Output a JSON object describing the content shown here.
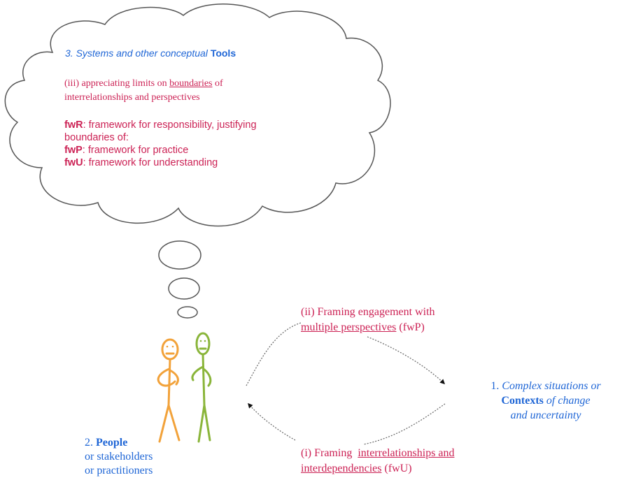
{
  "cloud": {
    "heading": {
      "number": "3.",
      "italic": "Systems and other conceptual",
      "bold": "Tools"
    },
    "limits": {
      "prefix": "(iii) appreciating limits on",
      "underlined": "boundaries",
      "suffix": "of",
      "line2": "interrelationships and perspectives"
    },
    "fwR": {
      "abbr": "fwR",
      "text": ": framework for responsibility, justifying",
      "line2": "boundaries of:"
    },
    "fwP": {
      "abbr": "fwP",
      "text": ": framework for practice"
    },
    "fwU": {
      "abbr": "fwU",
      "text": ": framework for understanding"
    }
  },
  "contexts": {
    "number": "1.",
    "line1": "Complex situations or",
    "bold": "Contexts",
    "line2": "of change",
    "line3": "and uncertainty"
  },
  "people": {
    "number": "2.",
    "bold": "People",
    "line2": "or stakeholders",
    "line3": "or practitioners"
  },
  "framing_top": {
    "line1": "(ii) Framing engagement with",
    "underlined": "multiple perspectives",
    "suffix": "(fwP)"
  },
  "framing_bottom": {
    "prefix": "(i) Framing",
    "underlined1": "interrelationships and",
    "underlined2": "interdependencies",
    "suffix": "(fwU)"
  },
  "colors": {
    "red": "#cc2255",
    "blue": "#1f66d6",
    "orange": "#f2a23a",
    "green": "#8ab53a"
  }
}
